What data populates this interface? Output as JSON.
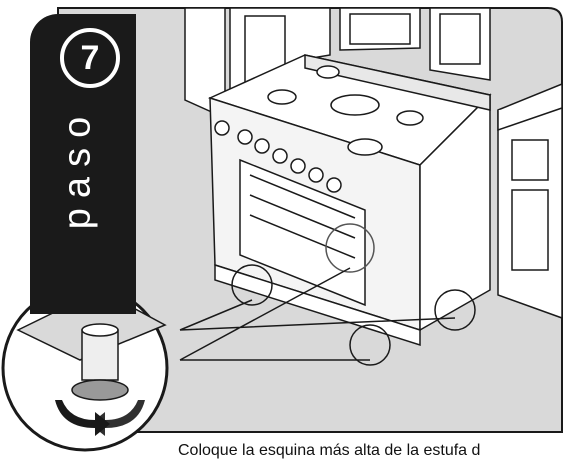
{
  "step": {
    "number": "7",
    "word": "paso"
  },
  "caption": {
    "text": "Coloque la esquina más alta de la estufa d"
  },
  "icons": [
    "rotate-arrows-icon",
    "stove-illustration",
    "leveling-leg-detail"
  ],
  "colors": {
    "panel_bg": "#d9d9d9",
    "tab_bg": "#1a1a1a",
    "line": "#1a1a1a",
    "white": "#ffffff"
  }
}
